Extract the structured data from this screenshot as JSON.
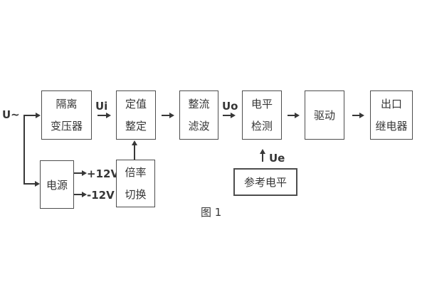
{
  "figure_caption": "图 1",
  "labels": {
    "input": "U~",
    "ui": "Ui",
    "uo": "Uo",
    "ue": "Ue",
    "rail_positive": "+12V",
    "rail_negative": "-12V"
  },
  "blocks": {
    "isolation_transformer": {
      "line1": "隔离",
      "line2": "变压器"
    },
    "setting": {
      "line1": "定值",
      "line2": "整定"
    },
    "rectifier_filter": {
      "line1": "整流",
      "line2": "滤波"
    },
    "level_detection": {
      "line1": "电平",
      "line2": "检测"
    },
    "drive": {
      "label": "驱动"
    },
    "output_relay": {
      "line1": "出口",
      "line2": "继电器"
    },
    "power_supply": {
      "label": "电源"
    },
    "ratio_switch": {
      "line1": "倍率",
      "line2": "切换"
    },
    "reference_level": {
      "label": "参考电平"
    }
  },
  "colors": {
    "background": "#ffffff",
    "box_border": "#4d4d4d",
    "line": "#383838",
    "text": "#363636"
  }
}
